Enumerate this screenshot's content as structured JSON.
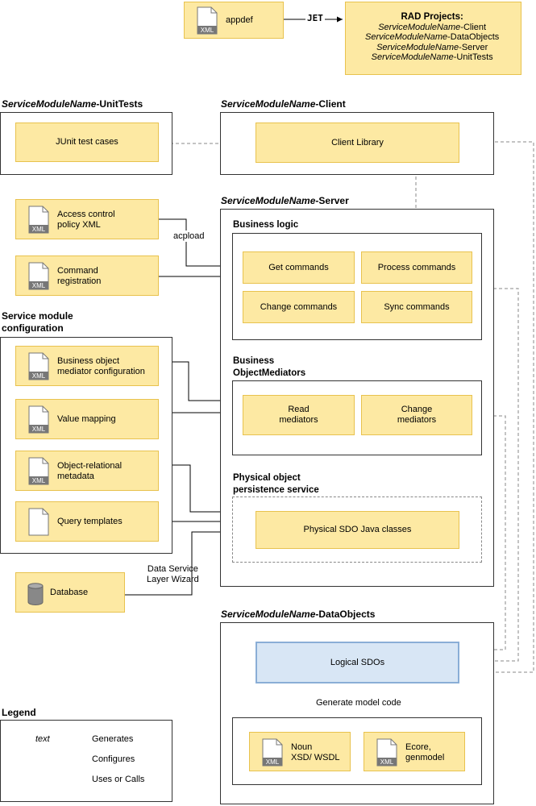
{
  "top": {
    "appdef": "appdef",
    "jet": "JET",
    "rad_title": "RAD Projects:",
    "rad_items": [
      {
        "italic": "ServiceModuleName",
        "rest": "-Client"
      },
      {
        "italic": "ServiceModuleName",
        "rest": "-DataObjects"
      },
      {
        "italic": "ServiceModuleName",
        "rest": "-Server"
      },
      {
        "italic": "ServiceModuleName",
        "rest": "-UnitTests"
      }
    ]
  },
  "unittests": {
    "title_italic": "ServiceModuleName",
    "title_rest": "-UnitTests",
    "junit": "JUnit test cases"
  },
  "client": {
    "title_italic": "ServiceModuleName",
    "title_rest": "-Client",
    "library": "Client Library"
  },
  "server": {
    "title_italic": "ServiceModuleName",
    "title_rest": "-Server",
    "business_logic": "Business logic",
    "get": "Get commands",
    "process": "Process commands",
    "change": "Change commands",
    "sync": "Sync commands",
    "mediators_title": [
      "Business",
      "ObjectMediators"
    ],
    "read_mediators": [
      "Read",
      "mediators"
    ],
    "change_mediators": [
      "Change",
      "mediators"
    ],
    "persistence_title": [
      "Physical object",
      "persistence service"
    ],
    "physical_sdo": "Physical SDO Java classes"
  },
  "left": {
    "access_control": [
      "Access control",
      "policy XML"
    ],
    "acpload": "acpload",
    "command_registration": [
      "Command",
      "registration"
    ],
    "service_module_title": [
      "Service module",
      "configuration"
    ],
    "bo_mediator_config": [
      "Business object",
      "mediator configuration"
    ],
    "value_mapping": "Value mapping",
    "object_relational": [
      "Object-relational",
      "metadata"
    ],
    "query_templates": "Query templates",
    "dsl_wizard": [
      "Data Service",
      "Layer Wizard"
    ],
    "database": "Database"
  },
  "dataobjects": {
    "title_italic": "ServiceModuleName",
    "title_rest": "-DataObjects",
    "logical_sdos": "Logical SDOs",
    "generate_model_code": "Generate model code",
    "noun": [
      "Noun",
      "XSD/ WSDL"
    ],
    "ecore": [
      "Ecore,",
      "genmodel"
    ]
  },
  "xml_tag": "XML",
  "legend": {
    "title": "Legend",
    "text_sample": "text",
    "generates": "Generates",
    "configures": "Configures",
    "uses_or_calls": "Uses or Calls"
  },
  "colors": {
    "box_fill": "#fde9a3",
    "box_border": "#e8c24e",
    "logical_fill": "#d8e6f5",
    "logical_border": "#8aaed6"
  }
}
